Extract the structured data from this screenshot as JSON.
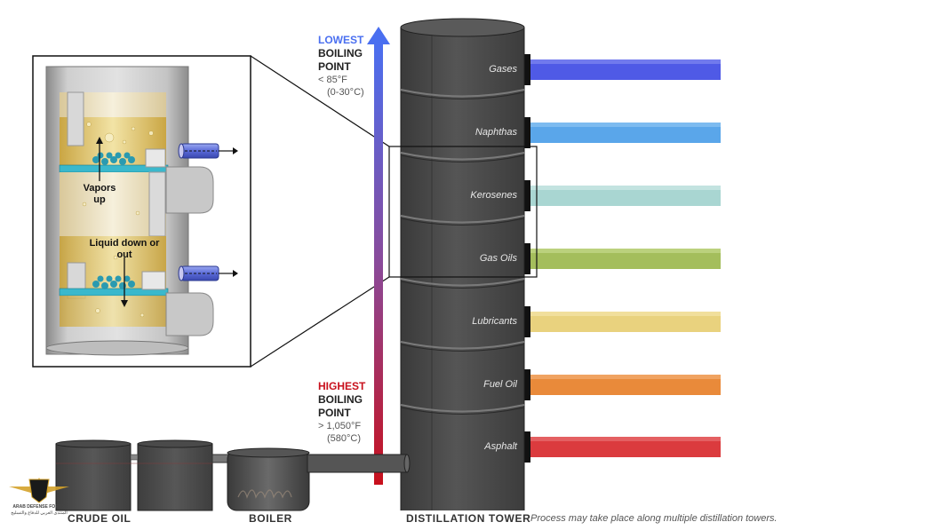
{
  "boiling": {
    "lowest": {
      "title": "LOWEST",
      "label": "BOILING",
      "label2": "POINT",
      "f": "< 85°F",
      "c": "(0-30°C)"
    },
    "highest": {
      "title": "HIGHEST",
      "label": "BOILING",
      "label2": "POINT",
      "f": "> 1,050°F",
      "c": "(580°C)"
    }
  },
  "products": [
    {
      "name": "Gases",
      "color": "#4f5ae6"
    },
    {
      "name": "Naphthas",
      "color": "#5aa6ea"
    },
    {
      "name": "Kerosenes",
      "color": "#a9d6d2"
    },
    {
      "name": "Gas Oils",
      "color": "#a4be5c"
    },
    {
      "name": "Lubricants",
      "color": "#e9d27e"
    },
    {
      "name": "Fuel Oil",
      "color": "#e98a3a"
    },
    {
      "name": "Asphalt",
      "color": "#db3b3e"
    }
  ],
  "inset": {
    "vapors": "Vapors up",
    "liquid": "Liquid down or out"
  },
  "captions": {
    "crude_oil": "CRUDE OIL",
    "boiler": "BOILER",
    "tower": "DISTILLATION TOWER",
    "note": "Process may take place along multiple distillation towers."
  },
  "logo": {
    "name": "ARAB DEFENSE FORUM",
    "sub": "المنتدى العربي للدفاع والتسليح"
  },
  "colors": {
    "tower": "#4a4a4a",
    "arrow_top": "#4a6ff0",
    "arrow_bottom": "#c8101c"
  }
}
